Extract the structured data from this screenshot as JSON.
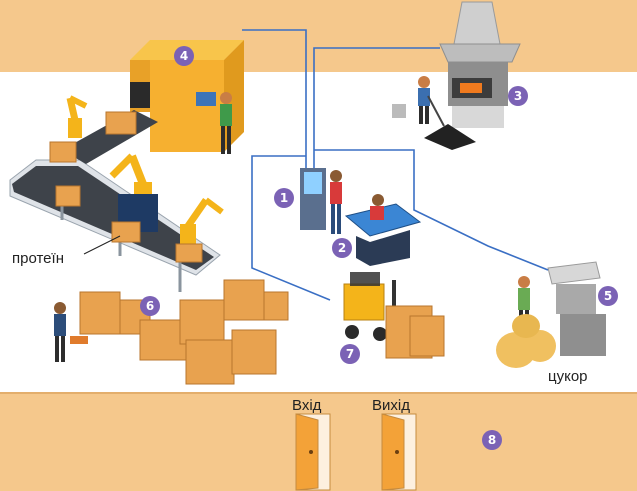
{
  "labels": {
    "protein": "протеїн",
    "sugar": "цукор",
    "entrance": "Вхід",
    "exit": "Вихід"
  },
  "markers": [
    "1",
    "2",
    "3",
    "4",
    "5",
    "6",
    "7",
    "8"
  ],
  "colors": {
    "wall": "#f5c88c",
    "floor": "#ffffff",
    "marker": "#7b62b5",
    "wire": "#3a6fc4",
    "door": "#f3a238",
    "box": "#e8a24f",
    "machine_orange": "#f6b030",
    "robot_yellow": "#f4b41a"
  }
}
